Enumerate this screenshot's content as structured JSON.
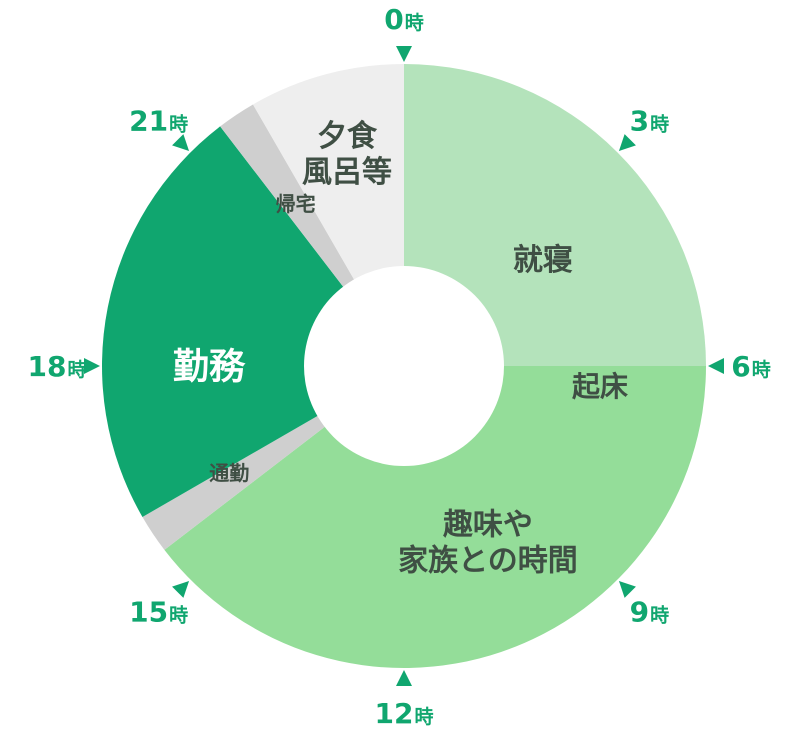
{
  "chart_data": {
    "type": "pie",
    "variant": "donut",
    "title": "",
    "unit": "時",
    "segments": [
      {
        "label": "就寝",
        "lines": [
          "就寝"
        ],
        "start": 0,
        "end": 6,
        "color": "#b4e3bb",
        "label_color": "#3f4f44"
      },
      {
        "label": "起床",
        "lines": [
          "起床"
        ],
        "start": 6,
        "end": 6,
        "color": "#b4e3bb",
        "label_color": "#3f4f44"
      },
      {
        "label": "趣味や家族との時間",
        "lines": [
          "趣味や",
          "家族との時間"
        ],
        "start": 6,
        "end": 15.5,
        "color": "#94dd99",
        "label_color": "#3f4f44"
      },
      {
        "label": "通勤",
        "lines": [
          "通勤"
        ],
        "start": 15.5,
        "end": 16.0,
        "color": "#cfcfcf",
        "label_color": "#3f4f44"
      },
      {
        "label": "勤務",
        "lines": [
          "勤務"
        ],
        "start": 16.0,
        "end": 21.5,
        "color": "#10a66f",
        "label_color": "#ffffff"
      },
      {
        "label": "帰宅",
        "lines": [
          "帰宅"
        ],
        "start": 21.5,
        "end": 22.0,
        "color": "#cfcfcf",
        "label_color": "#3f4f44"
      },
      {
        "label": "夕食風呂等",
        "lines": [
          "夕食",
          "風呂等"
        ],
        "start": 22.0,
        "end": 24,
        "color": "#eeeeee",
        "label_color": "#3f4f44"
      }
    ],
    "hour_ticks": [
      {
        "hour": 0,
        "number": "0"
      },
      {
        "hour": 3,
        "number": "3"
      },
      {
        "hour": 6,
        "number": "6"
      },
      {
        "hour": 9,
        "number": "9"
      },
      {
        "hour": 12,
        "number": "12"
      },
      {
        "hour": 15,
        "number": "15"
      },
      {
        "hour": 18,
        "number": "18"
      },
      {
        "hour": 21,
        "number": "21"
      }
    ],
    "tick_color": "#10a66f",
    "legend": "none",
    "grid": false
  }
}
